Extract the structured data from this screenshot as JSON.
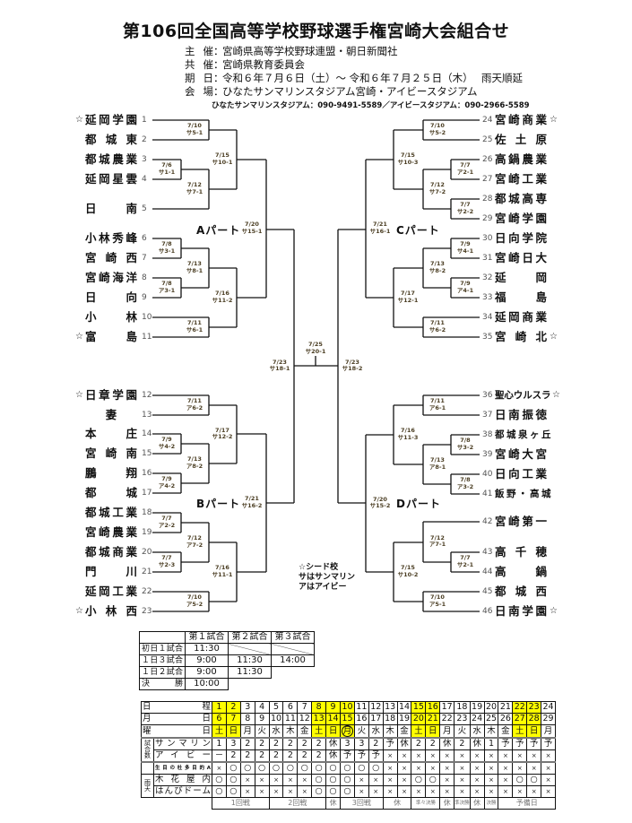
{
  "header": {
    "title": "第106回全国高等学校野球選手権宮崎大会組合せ",
    "info": [
      {
        "label": "主催",
        "value": "宮崎県高等学校野球連盟・朝日新聞社"
      },
      {
        "label": "共催",
        "value": "宮崎県教育委員会"
      },
      {
        "label": "期日",
        "value": "令和６年７月６日（土）～ 令和６年７月２５日（木）　 雨天順延"
      },
      {
        "label": "会場",
        "value": "ひなたサンマリンスタジアム宮崎・アイビースタジアム"
      }
    ],
    "colon": "：",
    "phone": "ひなたサンマリンスタジアム：090-9491-5589／アイビースタジアム：090-2966-5589"
  },
  "seed_symbol": "☆",
  "teams_left": [
    {
      "no": "1",
      "name": "延岡学園",
      "seed": true
    },
    {
      "no": "2",
      "name": "都城東"
    },
    {
      "no": "3",
      "name": "都城農業"
    },
    {
      "no": "4",
      "name": "延岡星雲"
    },
    {
      "no": "5",
      "name": "日南"
    },
    {
      "no": "6",
      "name": "小林秀峰"
    },
    {
      "no": "7",
      "name": "宮崎西"
    },
    {
      "no": "8",
      "name": "宮崎海洋"
    },
    {
      "no": "9",
      "name": "日向"
    },
    {
      "no": "10",
      "name": "小林"
    },
    {
      "no": "11",
      "name": "富島",
      "seed": true
    },
    {
      "no": "12",
      "name": "日章学園",
      "seed": true
    },
    {
      "no": "13",
      "name": "妻"
    },
    {
      "no": "14",
      "name": "本庄"
    },
    {
      "no": "15",
      "name": "宮崎南"
    },
    {
      "no": "16",
      "name": "鵬翔"
    },
    {
      "no": "17",
      "name": "都城"
    },
    {
      "no": "18",
      "name": "都城工業"
    },
    {
      "no": "19",
      "name": "宮崎農業"
    },
    {
      "no": "20",
      "name": "都城商業"
    },
    {
      "no": "21",
      "name": "門川"
    },
    {
      "no": "22",
      "name": "延岡工業"
    },
    {
      "no": "23",
      "name": "小林西",
      "seed": true
    }
  ],
  "teams_right": [
    {
      "no": "24",
      "name": "宮崎商業",
      "seed": true
    },
    {
      "no": "25",
      "name": "佐土原"
    },
    {
      "no": "26",
      "name": "高鍋農業"
    },
    {
      "no": "27",
      "name": "宮崎工業"
    },
    {
      "no": "28",
      "name": "都城高専"
    },
    {
      "no": "29",
      "name": "宮崎学園"
    },
    {
      "no": "30",
      "name": "日向学院"
    },
    {
      "no": "31",
      "name": "宮崎日大"
    },
    {
      "no": "32",
      "name": "延岡"
    },
    {
      "no": "33",
      "name": "福島"
    },
    {
      "no": "34",
      "name": "延岡商業"
    },
    {
      "no": "35",
      "name": "宮崎北",
      "seed": true
    },
    {
      "no": "36",
      "name": "聖心ウルスラ",
      "seed": true
    },
    {
      "no": "37",
      "name": "日南振徳"
    },
    {
      "no": "38",
      "name": "都城泉ヶ丘"
    },
    {
      "no": "39",
      "name": "宮崎大宮"
    },
    {
      "no": "40",
      "name": "日向工業"
    },
    {
      "no": "41",
      "name": "飯野・高城"
    },
    {
      "no": "42",
      "name": "宮崎第一"
    },
    {
      "no": "43",
      "name": "高千穂"
    },
    {
      "no": "44",
      "name": "高鍋"
    },
    {
      "no": "45",
      "name": "都城西"
    },
    {
      "no": "46",
      "name": "日南学園",
      "seed": true
    }
  ],
  "parts": {
    "a": "Aパート",
    "b": "Bパート",
    "c": "Cパート",
    "d": "Dパート"
  },
  "matches": [
    {
      "date": "7/10",
      "code": "サ5-1"
    },
    {
      "date": "7/6",
      "code": "サ1-1"
    },
    {
      "date": "7/12",
      "code": "サ7-1"
    },
    {
      "date": "7/15",
      "code": "サ10-1"
    },
    {
      "date": "7/8",
      "code": "サ3-1"
    },
    {
      "date": "7/8",
      "code": "ア3-1"
    },
    {
      "date": "7/13",
      "code": "サ8-1"
    },
    {
      "date": "7/11",
      "code": "サ6-1"
    },
    {
      "date": "7/16",
      "code": "サ11-2"
    },
    {
      "date": "7/20",
      "code": "サ15-1"
    },
    {
      "date": "7/11",
      "code": "ア6-2"
    },
    {
      "date": "7/9",
      "code": "サ4-2"
    },
    {
      "date": "7/9",
      "code": "ア4-2"
    },
    {
      "date": "7/13",
      "code": "ア8-2"
    },
    {
      "date": "7/17",
      "code": "サ12-2"
    },
    {
      "date": "7/7",
      "code": "ア2-2"
    },
    {
      "date": "7/7",
      "code": "サ2-3"
    },
    {
      "date": "7/12",
      "code": "ア7-2"
    },
    {
      "date": "7/10",
      "code": "ア5-2"
    },
    {
      "date": "7/16",
      "code": "サ11-1"
    },
    {
      "date": "7/21",
      "code": "サ16-2"
    },
    {
      "date": "7/23",
      "code": "サ18-1"
    },
    {
      "date": "7/25",
      "code": "サ20-1"
    },
    {
      "date": "7/23",
      "code": "サ18-2"
    },
    {
      "date": "7/10",
      "code": "サ5-2"
    },
    {
      "date": "7/7",
      "code": "ア2-1"
    },
    {
      "date": "7/7",
      "code": "サ2-2"
    },
    {
      "date": "7/12",
      "code": "サ7-2"
    },
    {
      "date": "7/15",
      "code": "サ10-3"
    },
    {
      "date": "7/9",
      "code": "サ4-1"
    },
    {
      "date": "7/9",
      "code": "ア4-1"
    },
    {
      "date": "7/13",
      "code": "サ8-2"
    },
    {
      "date": "7/11",
      "code": "サ6-2"
    },
    {
      "date": "7/17",
      "code": "サ12-1"
    },
    {
      "date": "7/21",
      "code": "サ16-1"
    },
    {
      "date": "7/11",
      "code": "ア6-1"
    },
    {
      "date": "7/8",
      "code": "サ3-2"
    },
    {
      "date": "7/8",
      "code": "ア3-2"
    },
    {
      "date": "7/13",
      "code": "ア8-1"
    },
    {
      "date": "7/16",
      "code": "サ11-3"
    },
    {
      "date": "7/7",
      "code": "サ2-1"
    },
    {
      "date": "7/12",
      "code": "ア7-1"
    },
    {
      "date": "7/10",
      "code": "ア5-1"
    },
    {
      "date": "7/15",
      "code": "サ10-2"
    },
    {
      "date": "7/20",
      "code": "サ15-2"
    }
  ],
  "legend": [
    "☆シード校",
    "サはサンマリン",
    "アはアイビー"
  ],
  "time_table": {
    "headers": [
      "第１試合",
      "第２試合",
      "第３試合"
    ],
    "rows": [
      {
        "label": "初日１試合",
        "times": [
          "11:30"
        ]
      },
      {
        "label": "１日３試合",
        "times": [
          "9:00",
          "11:30",
          "14:00"
        ]
      },
      {
        "label": "１日２試合",
        "times": [
          "9:00",
          "11:30"
        ]
      },
      {
        "label": "決勝",
        "times": [
          "10:00"
        ]
      }
    ]
  },
  "schedule": {
    "labels": {
      "day": "日程",
      "date": "月日",
      "weekday": "曜日",
      "games_side": "試合数",
      "sunmarine": "サンマリン",
      "ivy": "アイビー",
      "ikime": "生目の杜多目的A",
      "rain_side": "雨天",
      "kibana": "木花屋内",
      "hanbi": "はんびドーム"
    },
    "day": [
      "1",
      "2",
      "3",
      "4",
      "5",
      "6",
      "7",
      "8",
      "9",
      "10",
      "11",
      "12",
      "13",
      "14",
      "15",
      "16",
      "17",
      "18",
      "19",
      "20",
      "21",
      "22",
      "23",
      "24"
    ],
    "date": [
      "6",
      "7",
      "8",
      "9",
      "10",
      "11",
      "12",
      "13",
      "14",
      "15",
      "16",
      "17",
      "18",
      "19",
      "20",
      "21",
      "22",
      "23",
      "24",
      "25",
      "26",
      "27",
      "28",
      "29"
    ],
    "weekday": [
      "土",
      "日",
      "月",
      "火",
      "水",
      "木",
      "金",
      "土",
      "日",
      "月",
      "火",
      "水",
      "木",
      "金",
      "土",
      "日",
      "月",
      "火",
      "水",
      "木",
      "金",
      "土",
      "日",
      "月"
    ],
    "highlight_days": [
      1,
      2,
      8,
      9,
      10,
      15,
      16,
      22,
      23
    ],
    "circled_day": 10,
    "highlight_color": "#ffff00",
    "sunmarine": [
      "1",
      "3",
      "2",
      "2",
      "2",
      "2",
      "2",
      "2",
      "休",
      "3",
      "3",
      "2",
      "予",
      "休",
      "2",
      "2",
      "休",
      "2",
      "休",
      "1",
      "予",
      "予",
      "予",
      "予"
    ],
    "ivy": [
      "－",
      "2",
      "2",
      "2",
      "2",
      "2",
      "2",
      "2",
      "休",
      "予",
      "予",
      "予",
      "×",
      "×",
      "×",
      "×",
      "×",
      "×",
      "×",
      "×",
      "×",
      "×",
      "×",
      "×"
    ],
    "ikime": [
      "×",
      "○",
      "○",
      "○",
      "○",
      "○",
      "○",
      "○",
      "○",
      "○",
      "○",
      "○",
      "×",
      "×",
      "×",
      "×",
      "×",
      "×",
      "×",
      "×",
      "×",
      "×",
      "×",
      "×"
    ],
    "kibana": [
      "○",
      "○",
      "×",
      "×",
      "×",
      "×",
      "×",
      "○",
      "○",
      "○",
      "×",
      "×",
      "×",
      "×",
      "○",
      "○",
      "×",
      "×",
      "×",
      "×",
      "×",
      "○",
      "○",
      "×"
    ],
    "hanbi": [
      "○",
      "○",
      "×",
      "×",
      "×",
      "×",
      "×",
      "○",
      "○",
      "○",
      "×",
      "×",
      "×",
      "×",
      "×",
      "×",
      "×",
      "×",
      "×",
      "×",
      "×",
      "×",
      "×",
      "×"
    ],
    "phases": [
      {
        "label": "1回戦",
        "span": 4
      },
      {
        "label": "2回戦",
        "span": 4
      },
      {
        "label": "休",
        "span": 1
      },
      {
        "label": "3回戦",
        "span": 3
      },
      {
        "label": "休",
        "span": 2
      },
      {
        "label": "準々決勝",
        "span": 2,
        "small": true
      },
      {
        "label": "休",
        "span": 1
      },
      {
        "label": "準決勝",
        "span": 1,
        "small": true
      },
      {
        "label": "休",
        "span": 1
      },
      {
        "label": "決勝",
        "span": 1,
        "small": true
      },
      {
        "label": "予備日",
        "span": 4
      }
    ]
  }
}
